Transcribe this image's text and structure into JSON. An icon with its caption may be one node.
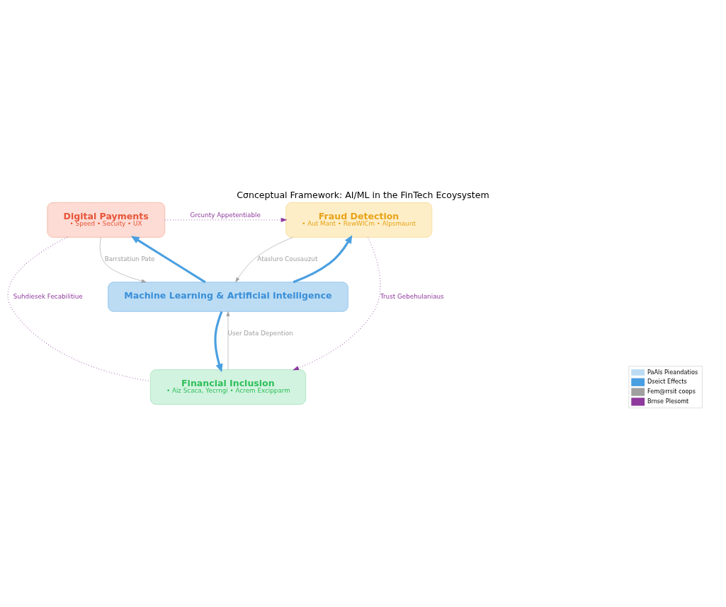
{
  "diagram": {
    "title": "Cσnceptual Framework: AI/ML in the FinTech Ecoysystem",
    "nodes": [
      {
        "text": [
          "Digital Payments",
          "• Speed • Secuity • UX"
        ]
      },
      {
        "text": [
          "Fraud Detection",
          "• Aut Mant • RewWICm • Alpsmaunt"
        ]
      },
      {
        "text": [
          "Machine Learning & Artificial Intelligence"
        ]
      },
      {
        "text": [
          "Financial Inclusion",
          "• Aiz Scaca, Yecrngi • Acrem Excipparm"
        ]
      }
    ],
    "edges": [
      {
        "from": 2,
        "to": 0,
        "arrow": "to",
        "style": "thick",
        "color": "#4a9fe0"
      },
      {
        "from": 2,
        "to": 1,
        "arrow": "to",
        "style": "thick",
        "color": "#4a9fe0"
      },
      {
        "from": 2,
        "to": 3,
        "arrow": "to",
        "style": "thick",
        "color": "#4a9fe0"
      },
      {
        "from": 0,
        "to": 2,
        "arrow": "to",
        "label": "Barrstatiun Pate",
        "color": "#a0a0a0"
      },
      {
        "from": 1,
        "to": 2,
        "arrow": "to",
        "label": "Atasluro Cousauzut",
        "color": "#a0a0a0"
      },
      {
        "from": 3,
        "to": 2,
        "arrow": "to",
        "label": "User Data Depention",
        "color": "#a0a0a0"
      },
      {
        "from": 0,
        "to": 1,
        "arrow": "to",
        "label": "Grcunty Appetentiable",
        "style": "dashed",
        "color": "#8e3a9d"
      },
      {
        "from": 0,
        "to": 3,
        "arrow": "none",
        "label": "Suhdiesek Fecabilitiue",
        "style": "dashed",
        "color": "#8e3a9d"
      },
      {
        "from": 1,
        "to": 3,
        "arrow": "to",
        "label": "Trust Gebehulaniaus",
        "style": "dashed",
        "color": "#8e3a9d"
      }
    ],
    "legend": [
      {
        "text": "PaAls Pieandatios",
        "color": "#bcdcf4"
      },
      {
        "text": "Dseict Effects"
      },
      {
        "text": "Fem@rrsit coops"
      },
      {
        "text": "Brnse Plesomt"
      }
    ]
  }
}
